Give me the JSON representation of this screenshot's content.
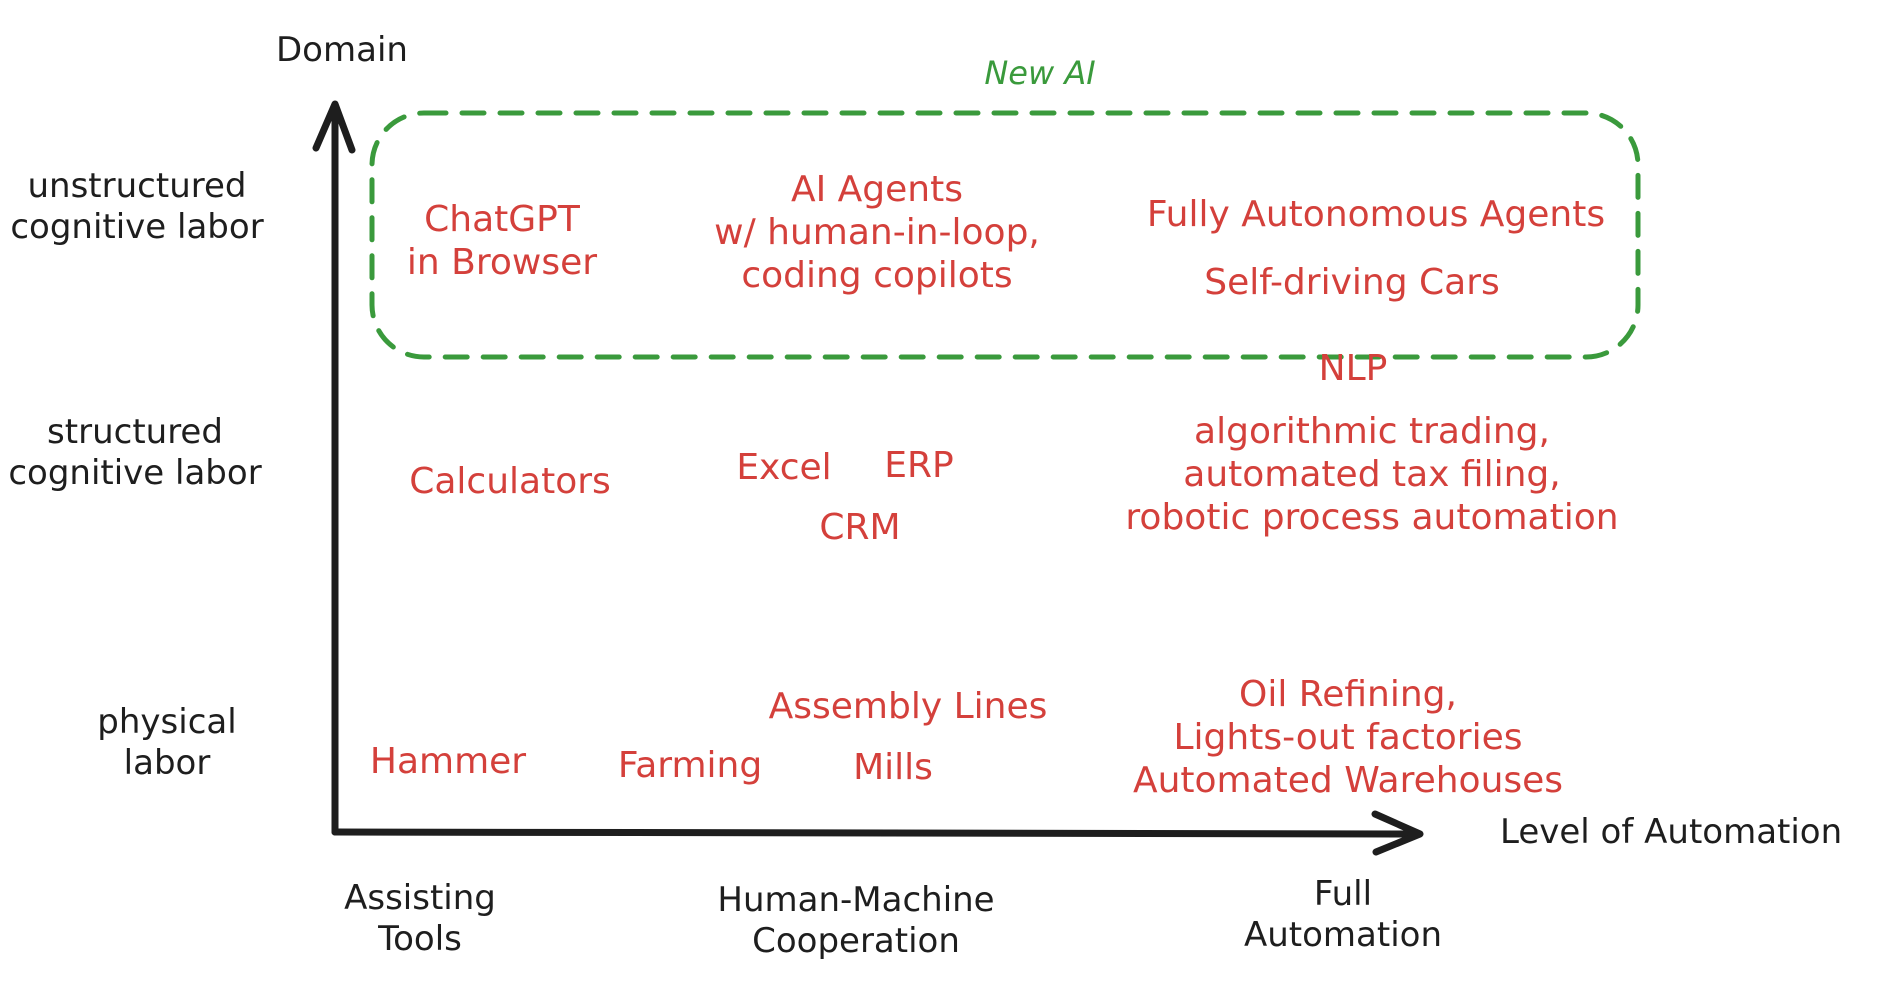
{
  "axes": {
    "y_title": "Domain",
    "x_title": "Level of Automation"
  },
  "y_levels": [
    [
      "unstructured",
      "cognitive labor"
    ],
    [
      "structured",
      "cognitive labor"
    ],
    [
      "physical",
      "labor"
    ]
  ],
  "x_levels": [
    [
      "Assisting",
      "Tools"
    ],
    [
      "Human-Machine",
      "Cooperation"
    ],
    [
      "Full",
      "Automation"
    ]
  ],
  "new_ai": {
    "label": "New AI"
  },
  "items": {
    "chatgpt": [
      "ChatGPT",
      "in Browser"
    ],
    "ai_agents": [
      "AI Agents",
      "w/ human-in-loop,",
      "coding copilots"
    ],
    "autonomous_agents": "Fully Autonomous Agents",
    "self_driving": "Self-driving Cars",
    "nlp": "NLP",
    "calculators": "Calculators",
    "excel": "Excel",
    "erp": "ERP",
    "crm": "CRM",
    "trading": [
      "algorithmic trading,",
      "automated tax filing,",
      "robotic process automation"
    ],
    "assembly": "Assembly Lines",
    "hammer": "Hammer",
    "farming": "Farming",
    "mills": "Mills",
    "oil": [
      "Oil Refining,",
      "Lights-out factories",
      "Automated Warehouses"
    ]
  },
  "colors": {
    "axis": "#1e1e1e",
    "items": "#d4403b",
    "new_ai": "#3a9a3c"
  }
}
